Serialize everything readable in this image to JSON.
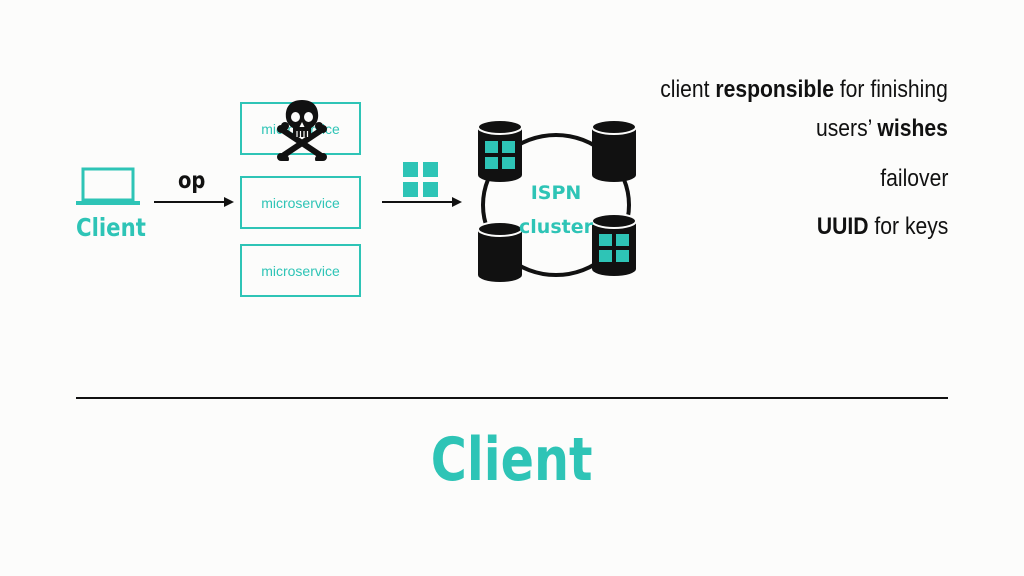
{
  "client": {
    "label": "Client",
    "icon": "laptop-icon"
  },
  "op_label": "op",
  "microservices": [
    {
      "label": "microservice",
      "state": "failed",
      "icon": "skull-crossbones-icon"
    },
    {
      "label": "microservice"
    },
    {
      "label": "microservice"
    }
  ],
  "cluster": {
    "line1": "ISPN",
    "line2": "cluster"
  },
  "right_text": {
    "line1_pre": "client ",
    "line1_bold": "responsible",
    "line1_post": " for finishing",
    "line2_pre": "users’ ",
    "line2_bold": "wishes",
    "line3": "failover",
    "line4_bold": "UUID",
    "line4_post": " for keys"
  },
  "title": "Client",
  "colors": {
    "accent": "#2ec4b6",
    "ink": "#111111",
    "background": "#fcfcfb"
  }
}
